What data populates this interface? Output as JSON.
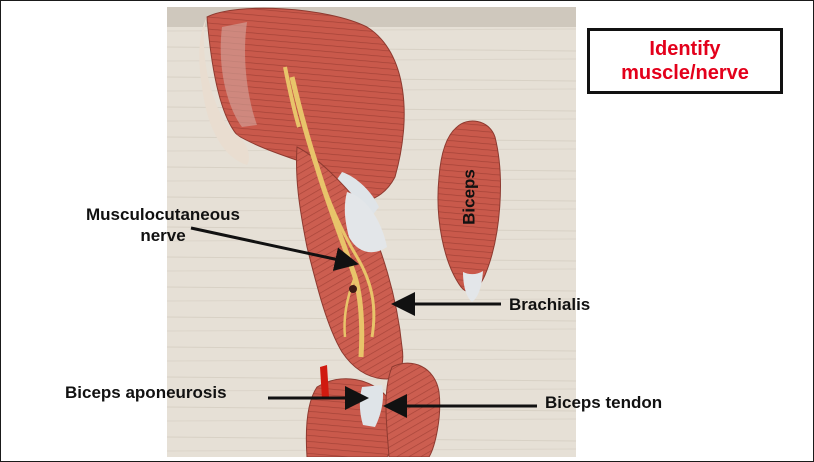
{
  "slide": {
    "title": "Identify\nmuscle/nerve",
    "title_color": "#e3001b"
  },
  "photo": {
    "separate_muscle_label": "Biceps"
  },
  "labels": {
    "musculocutaneous": "Musculocutaneous\nnerve",
    "brachialis": "Brachialis",
    "biceps_aponeurosis": "Biceps aponeurosis",
    "biceps_tendon": "Biceps tendon"
  },
  "colors": {
    "muscle": "#c95a4c",
    "nerve": "#e8c46a",
    "tendon": "#dfe4e8",
    "table": "#e7e1d8"
  }
}
